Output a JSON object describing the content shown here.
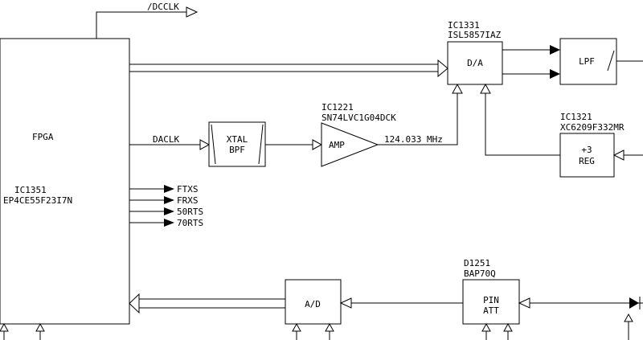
{
  "fpga": {
    "label": "FPGA",
    "ref": "IC1351",
    "part": "EP4CE55F23I7N",
    "top_net": "/DCCLK",
    "clock_net": "DACLK",
    "outputs": [
      "FTXS",
      "FRXS",
      "50RTS",
      "70RTS"
    ]
  },
  "xtal_bpf": {
    "line1": "XTAL",
    "line2": "BPF"
  },
  "amp": {
    "ref": "IC1221",
    "part": "SN74LVC1G04DCK",
    "label": "AMP",
    "freq": "124.033 MHz"
  },
  "dac": {
    "ref": "IC1331",
    "part": "ISL5857IAZ",
    "label": "D/A"
  },
  "lpf": {
    "label": "LPF"
  },
  "reg": {
    "ref": "IC1321",
    "part": "XC6209F332MR",
    "line1": "+3",
    "line2": "REG"
  },
  "adc": {
    "label": "A/D"
  },
  "pin_att": {
    "ref": "D1251",
    "part": "BAP70Q",
    "line1": "PIN",
    "line2": "ATT"
  }
}
